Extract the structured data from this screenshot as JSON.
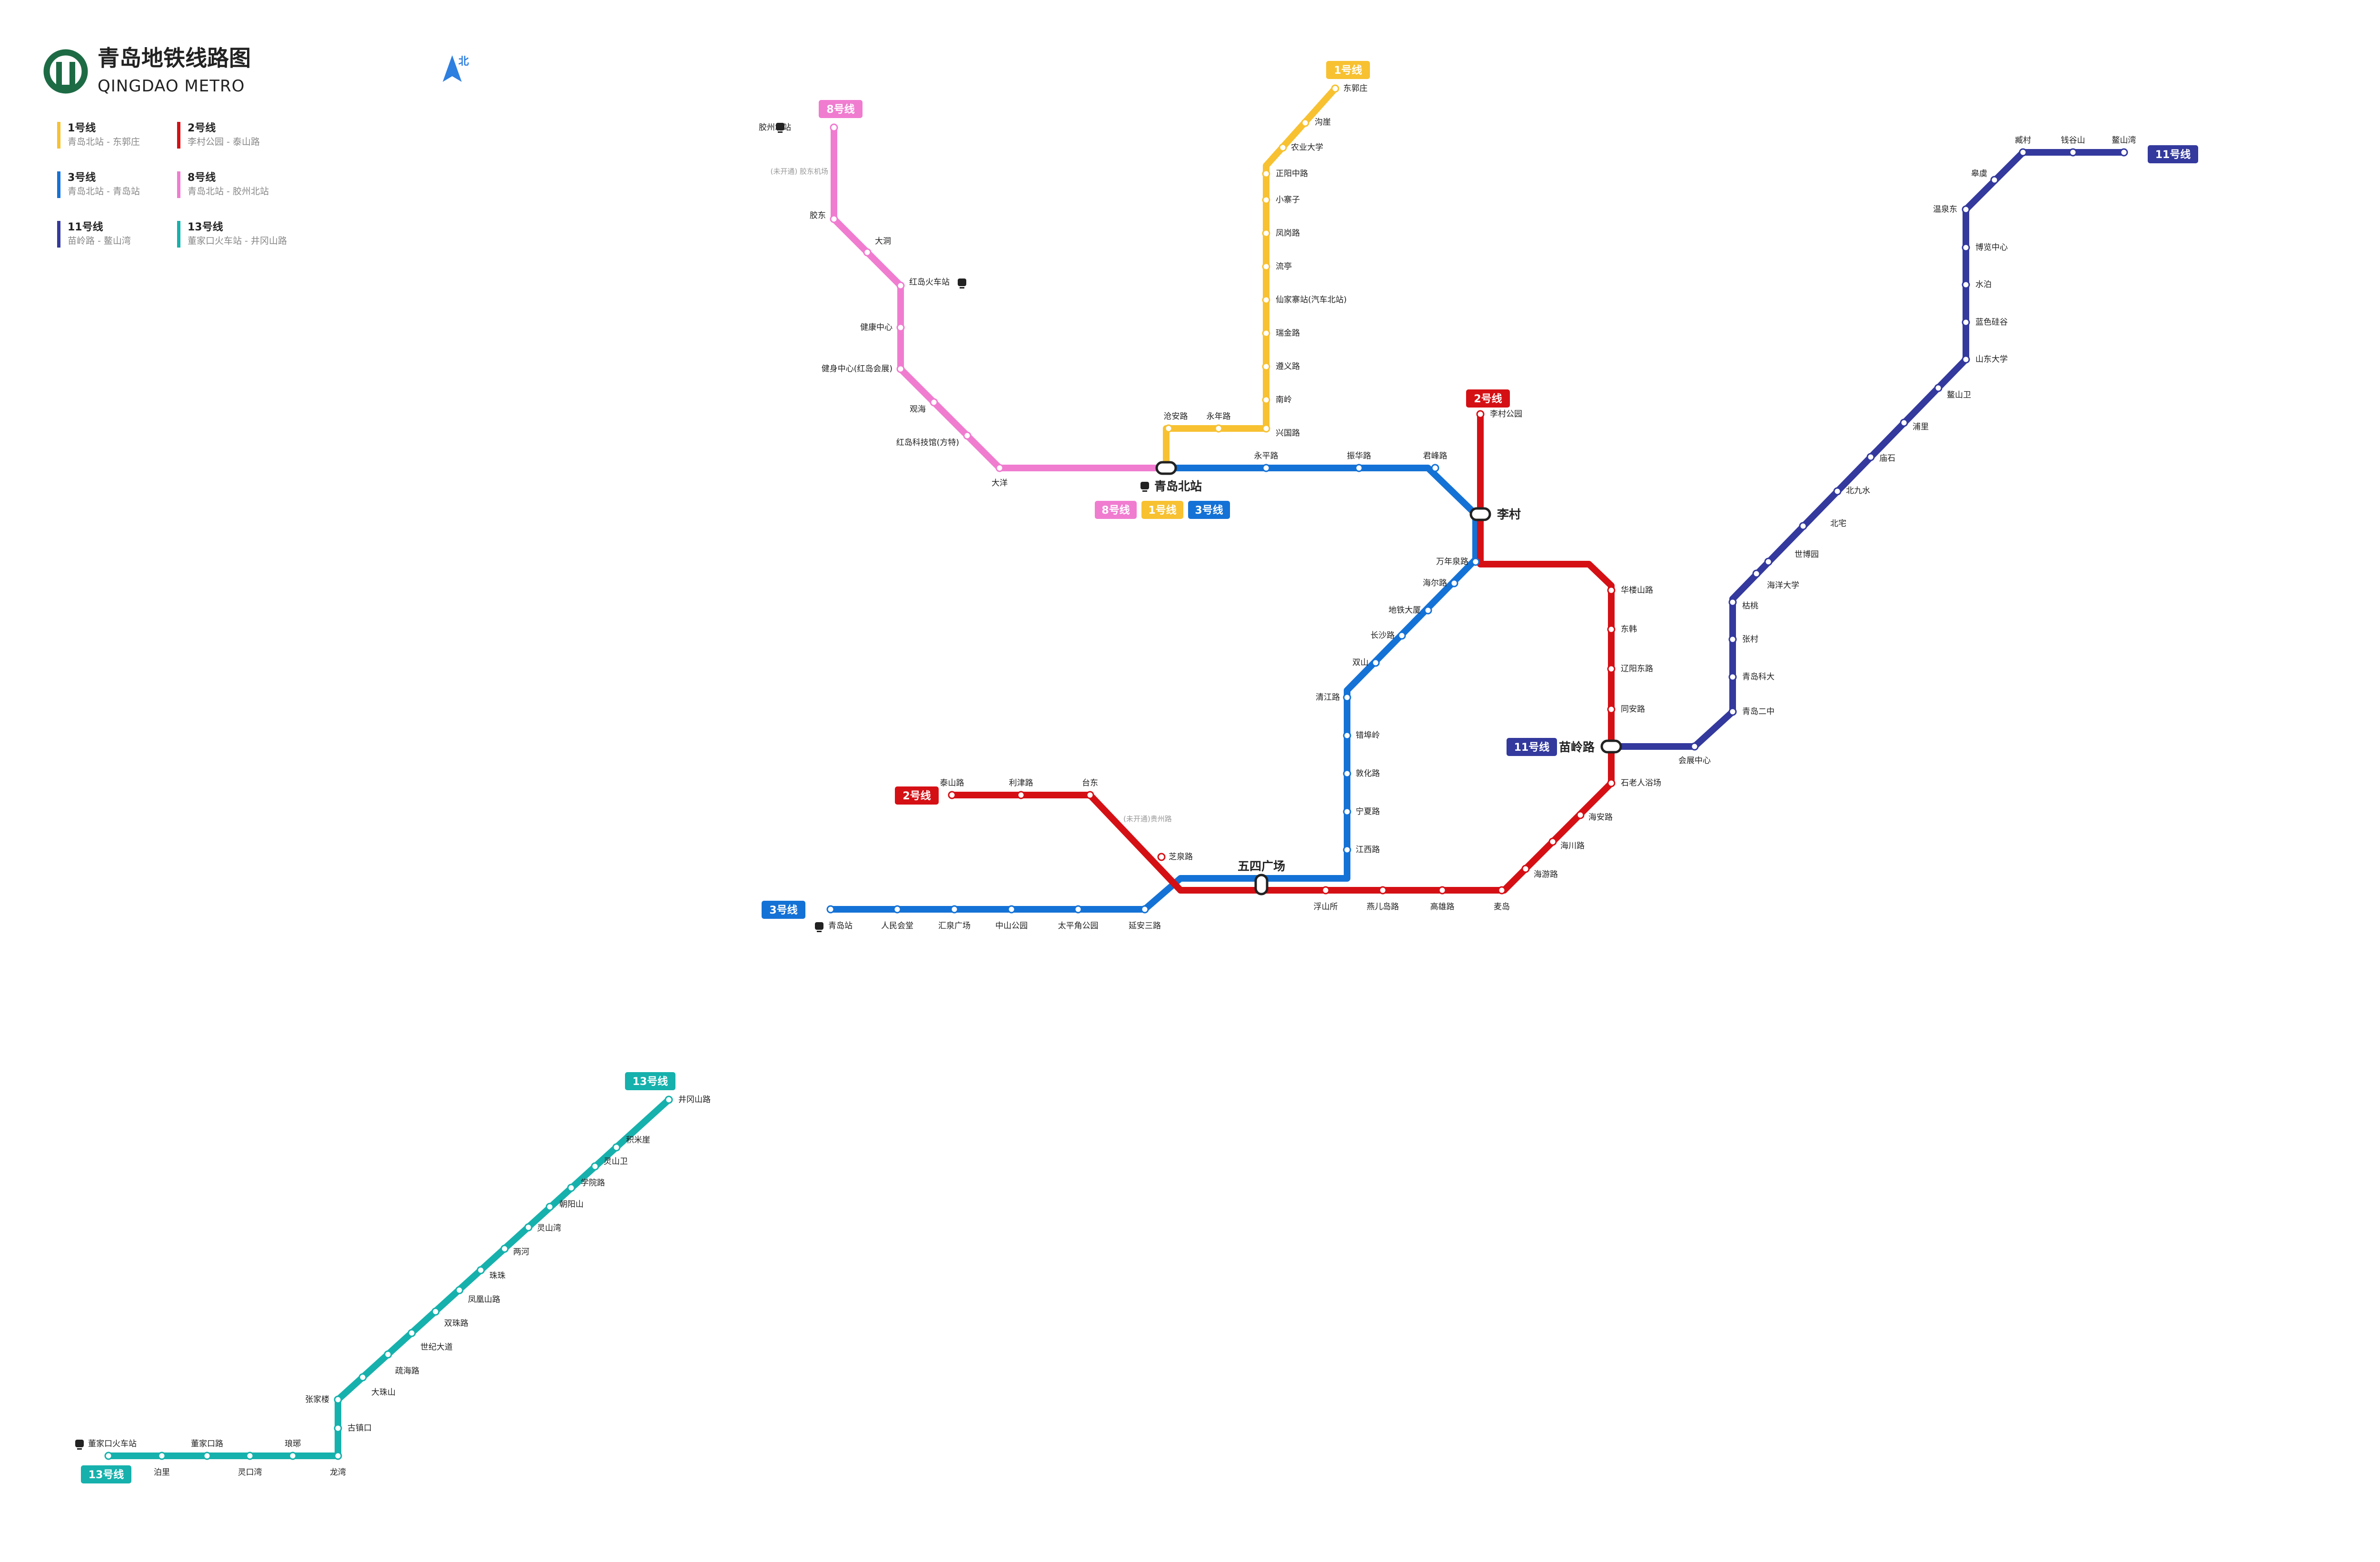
{
  "header": {
    "title": "青岛地铁线路图",
    "subtitle": "QINGDAO METRO",
    "north": "北",
    "logo_icon": "qingdao-metro-logo-icon",
    "north_icon": "north-arrow-icon"
  },
  "legend": [
    {
      "name": "1号线",
      "route": "青岛北站 - 东郭庄",
      "color": "#f7c131"
    },
    {
      "name": "2号线",
      "route": "李村公园 - 泰山路",
      "color": "#d51015"
    },
    {
      "name": "3号线",
      "route": "青岛北站 - 青岛站",
      "color": "#1472d6"
    },
    {
      "name": "8号线",
      "route": "青岛北站 - 胶州北站",
      "color": "#f07cd0"
    },
    {
      "name": "11号线",
      "route": "苗岭路 - 鳌山湾",
      "color": "#33399d"
    },
    {
      "name": "13号线",
      "route": "董家口火车站 - 井冈山路",
      "color": "#16b1ac"
    }
  ],
  "line_tags": {
    "l8": "8号线",
    "l1": "1号线",
    "l2_top": "2号线",
    "l2_left": "2号线",
    "l3": "3号线",
    "l11_right": "11号线",
    "l11_mid": "11号线",
    "l13_top": "13号线",
    "l13_bottom": "13号线",
    "qingdaobei_8": "8号线",
    "qingdaobei_1": "1号线",
    "qingdaobei_3": "3号线"
  },
  "hubs": {
    "qingdaobei": "青岛北站",
    "licun": "李村",
    "wusi": "五四广场",
    "miaoling": "苗岭路"
  },
  "stations": {
    "l8": [
      "胶州北站",
      "胶东",
      "大洞",
      "红岛火车站",
      "健康中心",
      "健身中心(红岛会展)",
      "观海",
      "红岛科技馆(方特)",
      "大洋"
    ],
    "l8_note": "(未开通) 胶东机场",
    "l1": [
      "东郭庄",
      "沟崖",
      "农业大学",
      "正阳中路",
      "小寨子",
      "凤岗路",
      "流亭",
      "仙家寨站(汽车北站)",
      "瑞金路",
      "遵义路",
      "南岭",
      "兴国路",
      "永年路",
      "沧安路"
    ],
    "l3_north": [
      "永平路",
      "振华路",
      "君峰路"
    ],
    "l3_south": [
      "万年泉路",
      "海尔路",
      "地铁大厦",
      "长沙路",
      "双山",
      "清江路",
      "错埠岭",
      "敦化路",
      "宁夏路",
      "江西路",
      "芝泉路",
      "延安三路",
      "太平角公园",
      "中山公园",
      "汇泉广场",
      "人民会堂",
      "青岛站"
    ],
    "l2_east": [
      "李村公园",
      "华楼山路",
      "东韩",
      "辽阳东路",
      "同安路",
      "石老人浴场",
      "海安路",
      "海川路",
      "海游路",
      "麦岛",
      "高雄路",
      "燕儿岛路",
      "浮山所"
    ],
    "l2_west": [
      "台东",
      "利津路",
      "泰山路"
    ],
    "l2_note": "(未开通)贵州路",
    "l11": [
      "鳌山湾",
      "钱谷山",
      "臧村",
      "皋虞",
      "温泉东",
      "博览中心",
      "水泊",
      "蓝色硅谷",
      "山东大学",
      "鳌山卫",
      "浦里",
      "庙石",
      "北九水",
      "北宅",
      "世博园",
      "海洋大学",
      "枯桃",
      "张村",
      "青岛科大",
      "青岛二中",
      "会展中心"
    ],
    "l13": [
      "井冈山路",
      "积米崖",
      "灵山卫",
      "学院路",
      "朝阳山",
      "灵山湾",
      "两河",
      "珠珠",
      "凤凰山路",
      "双珠路",
      "世纪大道",
      "疏海路",
      "大珠山",
      "张家楼",
      "古镇口",
      "龙湾",
      "琅琊",
      "灵口湾",
      "董家口路",
      "泊里",
      "董家口火车站"
    ]
  },
  "colors": {
    "l1": "#f7c131",
    "l2": "#d51015",
    "l3": "#1472d6",
    "l8": "#f07cd0",
    "l11": "#33399d",
    "l13": "#16b1ac",
    "accent": "#2d7fe0"
  },
  "icons": {
    "rail": "railway-station-icon",
    "airport": "airport-icon"
  }
}
